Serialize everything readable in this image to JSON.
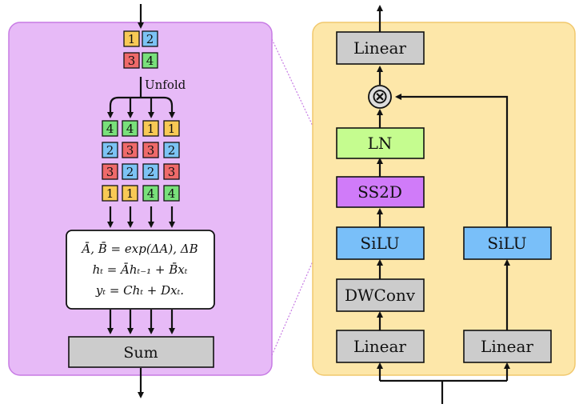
{
  "colors": {
    "purple_panel": "#e7baf7",
    "purple_panel_border": "#c77be4",
    "yellow_panel": "#fde7a9",
    "yellow_panel_border": "#f1c86d",
    "cell_1": "#f8c955",
    "cell_2": "#7cc3f4",
    "cell_3": "#ef6a6a",
    "cell_4": "#79e07b",
    "gray_box": "#cccccc",
    "blue_box": "#79bff9",
    "green_box": "#c5fc8f",
    "purple_box": "#d07bf9"
  },
  "left_panel": {
    "input_grid": [
      [
        "1",
        "2"
      ],
      [
        "3",
        "4"
      ]
    ],
    "unfold_label": "Unfold",
    "sequences": [
      [
        "4",
        "4",
        "1",
        "1"
      ],
      [
        "2",
        "3",
        "3",
        "2"
      ],
      [
        "3",
        "2",
        "2",
        "3"
      ],
      [
        "1",
        "1",
        "4",
        "4"
      ]
    ],
    "formula": {
      "line1": "Ā, B̄ = exp(ΔA), ΔB",
      "line2": "hₜ = Āhₜ₋₁ + B̄xₜ",
      "line3": "yₜ = Chₜ + Dxₜ."
    },
    "sum_label": "Sum"
  },
  "right_panel": {
    "linear_top": "Linear",
    "multiply_symbol": "⊗",
    "ln": "LN",
    "ss2d": "SS2D",
    "silu_left": "SiLU",
    "dwconv": "DWConv",
    "linear_left": "Linear",
    "silu_right": "SiLU",
    "linear_right": "Linear"
  }
}
